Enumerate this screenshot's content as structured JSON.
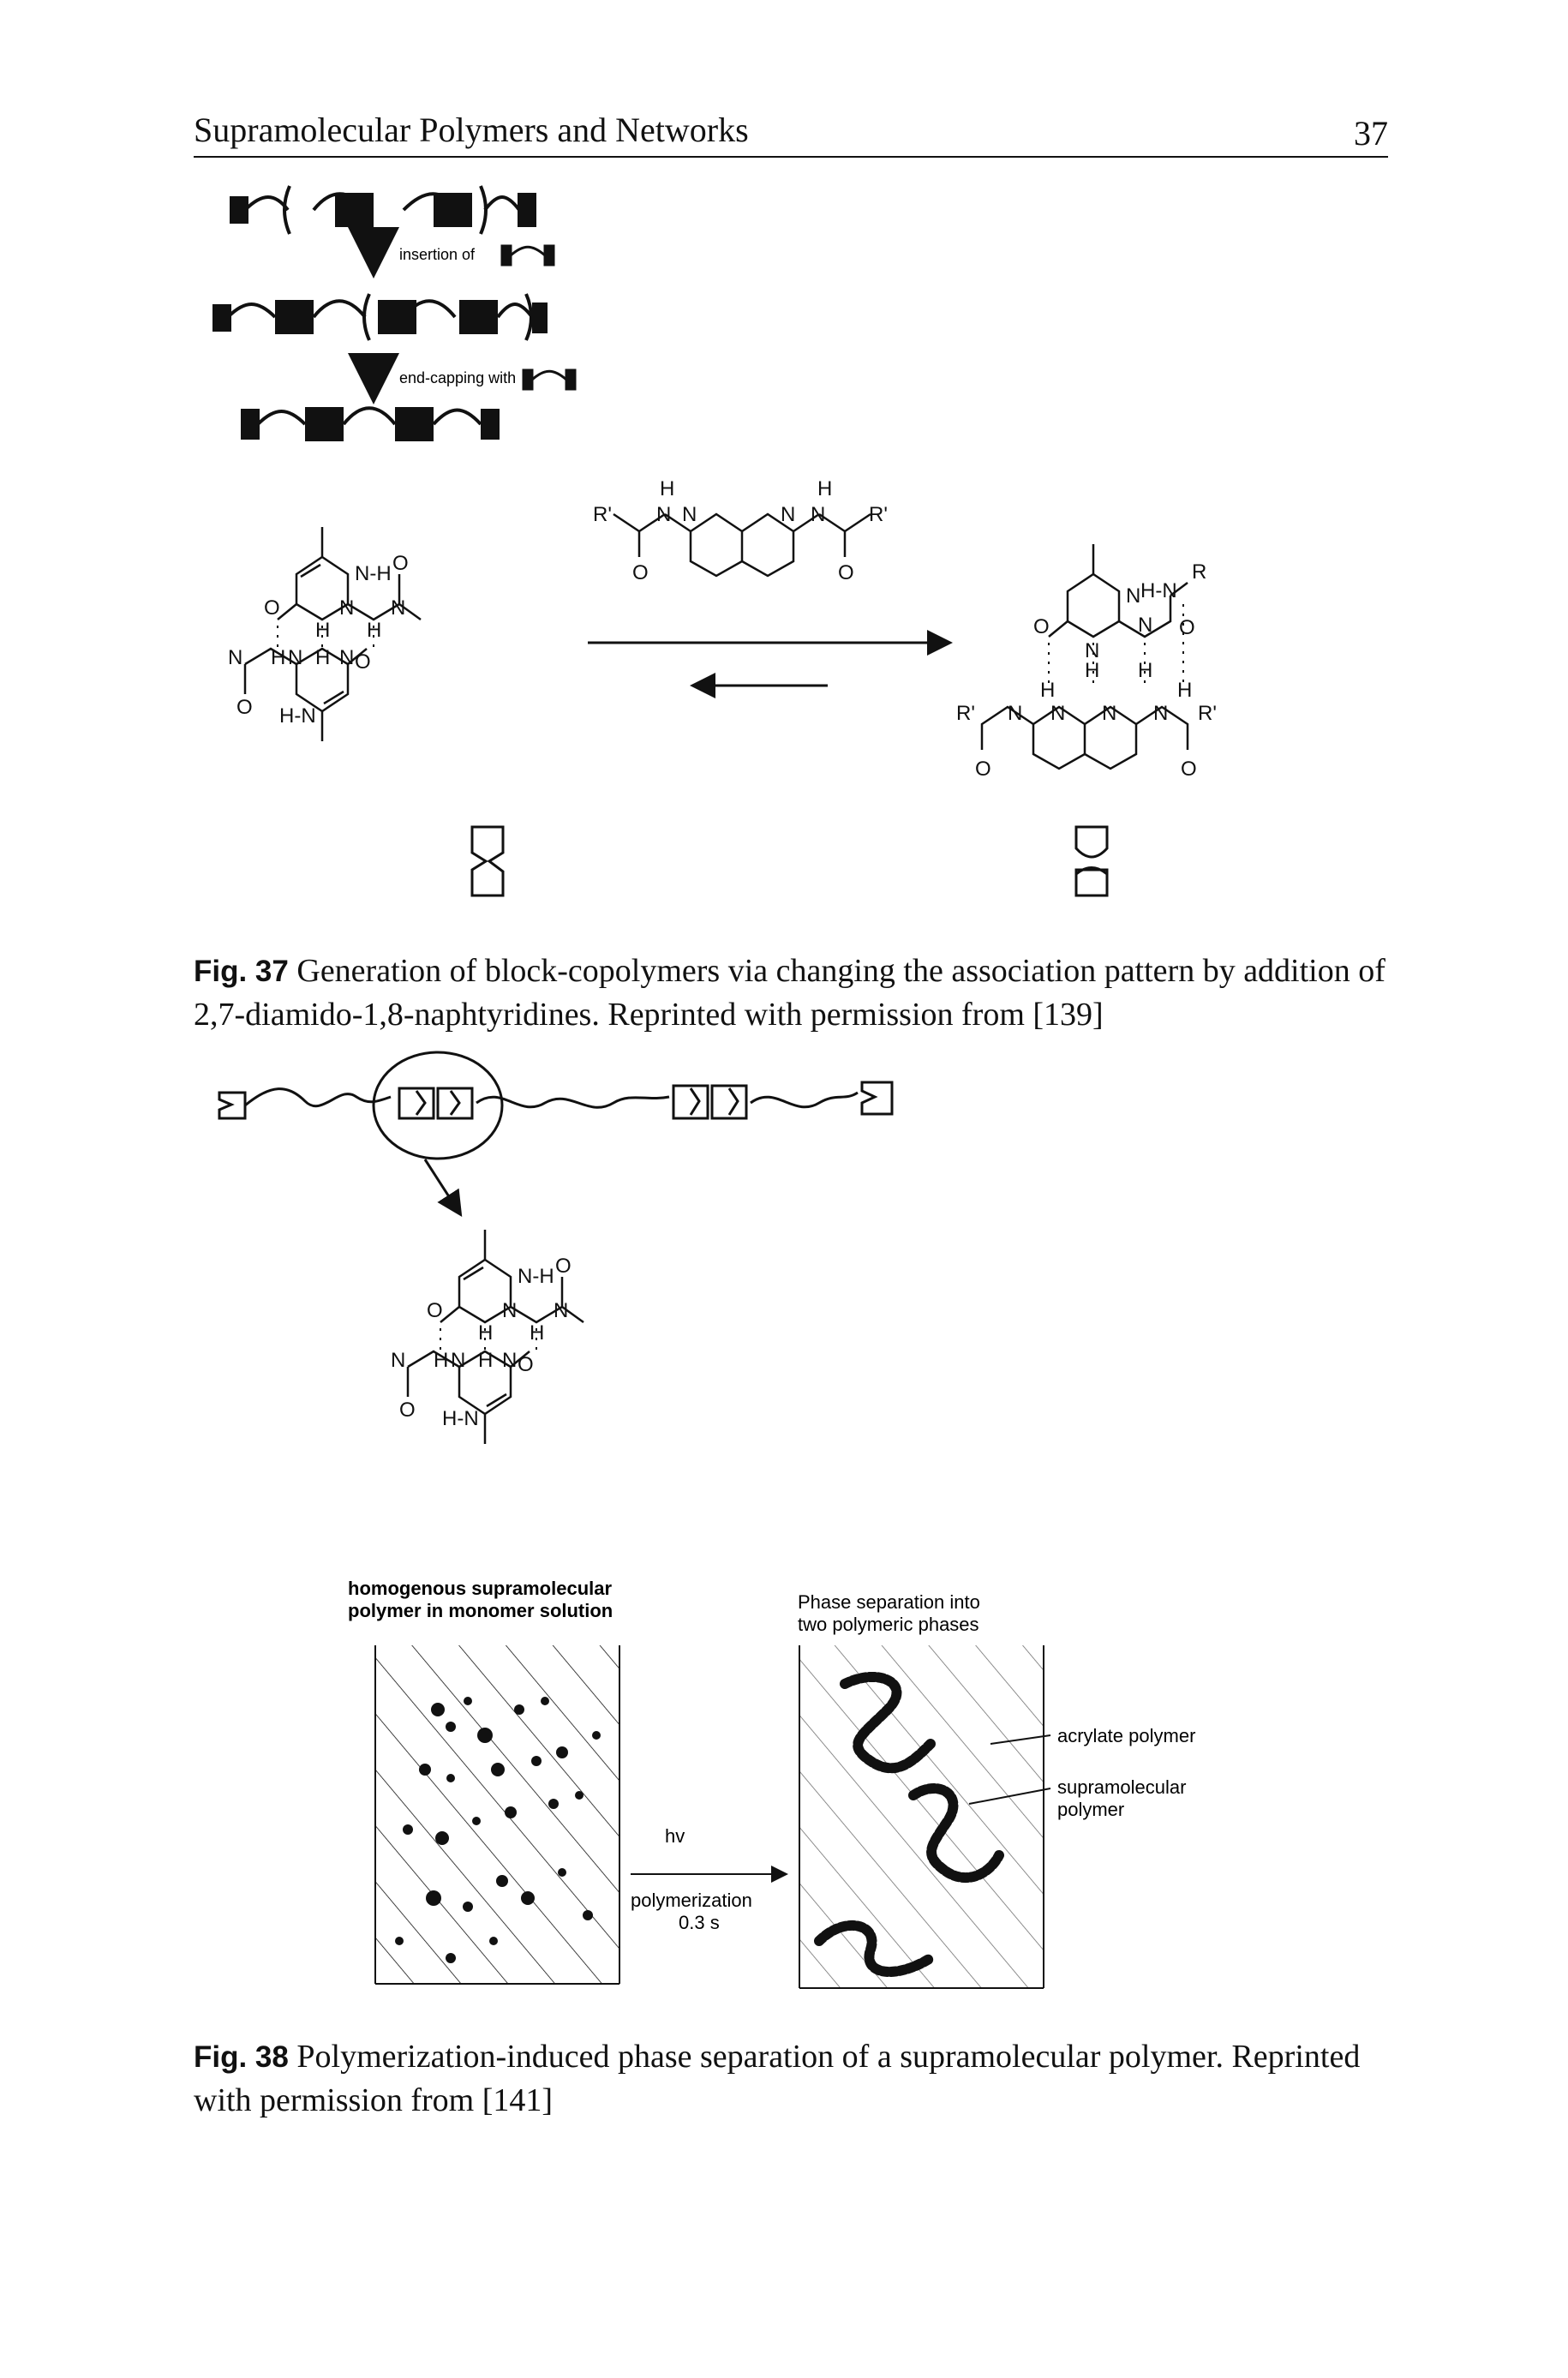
{
  "header": {
    "running_title": "Supramolecular Polymers and Networks",
    "page_number": "37"
  },
  "figure37": {
    "step1_label": "insertion of",
    "step2_label": "end-capping with",
    "atoms": {
      "H": "H",
      "N": "N",
      "O": "O",
      "R": "R",
      "Rp": "R'",
      "HN": "H-N",
      "NH": "N-H"
    }
  },
  "caption37": {
    "label": "Fig. 37",
    "text": "Generation of block-copolymers via changing the association pattern by addition of 2,7-diamido-1,8-naphtyridines. Reprinted with permission from [139]"
  },
  "figure38": {
    "left_panel_title_1": "homogenous supramolecular",
    "left_panel_title_2": "polymer in monomer solution",
    "right_panel_title_1": "Phase separation into",
    "right_panel_title_2": "two polymeric phases",
    "arrow_top_label": "hv",
    "arrow_bottom_label_1": "polymerization",
    "arrow_bottom_label_2": "0.3 s",
    "legend_1": "acrylate polymer",
    "legend_2a": "supramolecular",
    "legend_2b": "polymer"
  },
  "caption38": {
    "label": "Fig. 38",
    "text": "Polymerization-induced phase separation of a supramolecular polymer. Reprinted with permission from [141]"
  }
}
